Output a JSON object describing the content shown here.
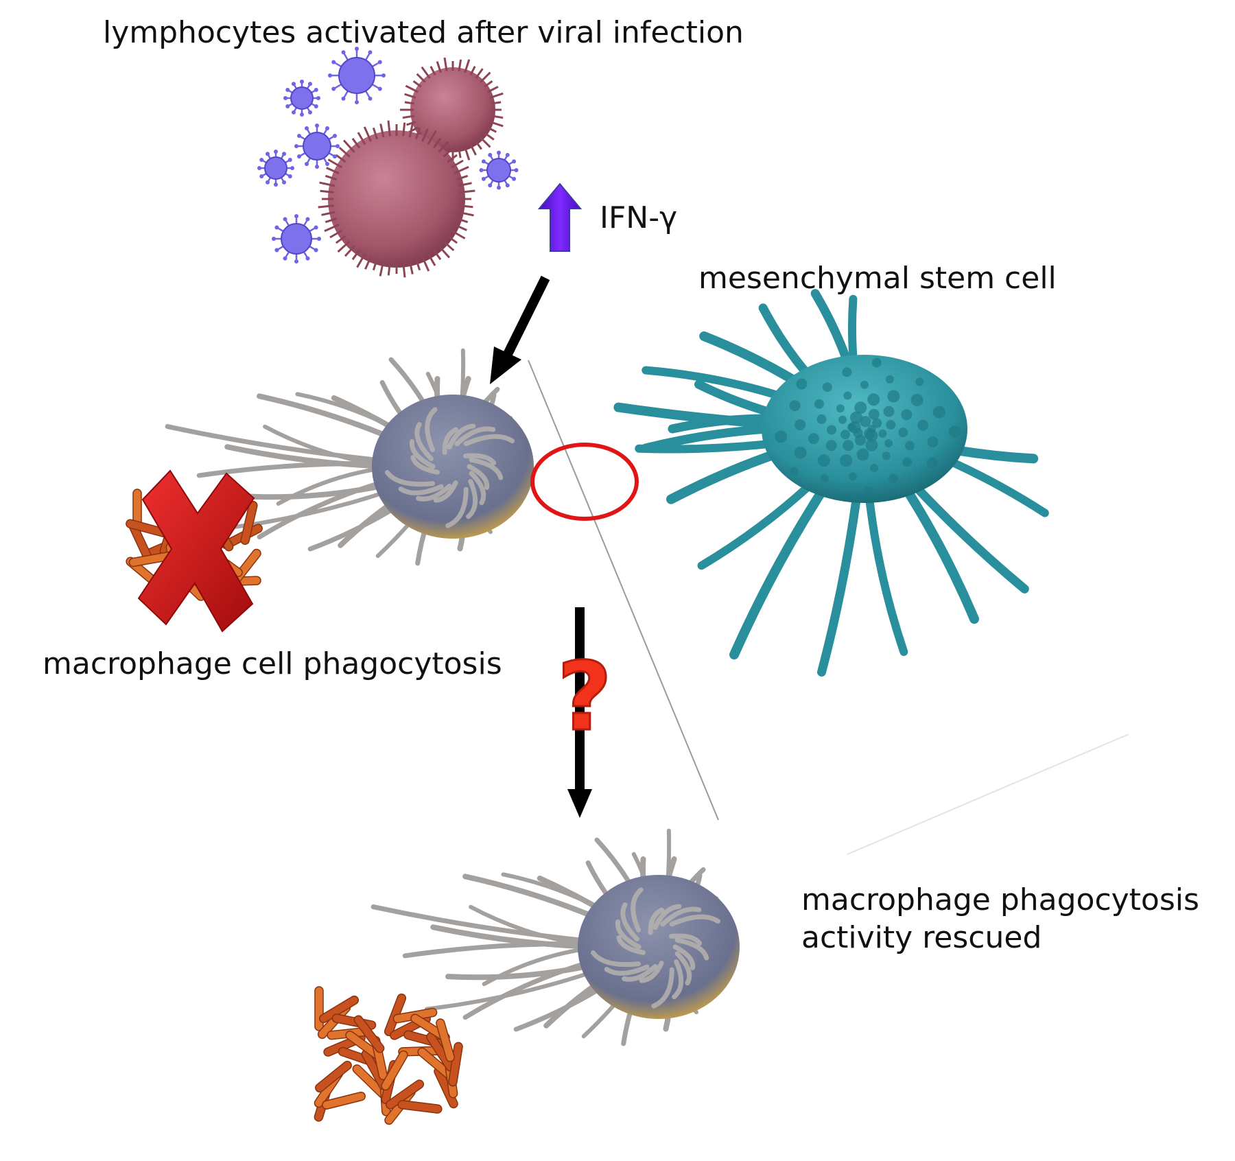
{
  "labels": {
    "lymphocytes": "lymphocytes activated after viral infection",
    "ifn": "IFN-γ",
    "msc": "mesenchymal stem cell",
    "phagocytosis": "macrophage cell phagocytosis",
    "rescued_line1": "macrophage phagocytosis",
    "rescued_line2": "activity rescued",
    "question_mark": "?"
  },
  "colors": {
    "virus": "#6f63e6",
    "lymphocyte": "#a4566a",
    "macrophage_body": "#69708e",
    "macrophage_rim": "#d8a73a",
    "filopodia": "#a3a09e",
    "stem_cell": "#2a8f9c",
    "bacteria": "#c8521f",
    "cross": "#d41a1a",
    "ifn_arrow": "#6a10e8",
    "highlight_circle": "#e01616",
    "question": "#f2321b",
    "arrow": "#000000"
  },
  "icons": [
    "virus-icon",
    "lymphocyte-icon",
    "macrophage-icon",
    "stem-cell-icon",
    "bacteria-icon",
    "cross-icon",
    "question-icon",
    "up-arrow-icon",
    "down-arrow-icon"
  ]
}
